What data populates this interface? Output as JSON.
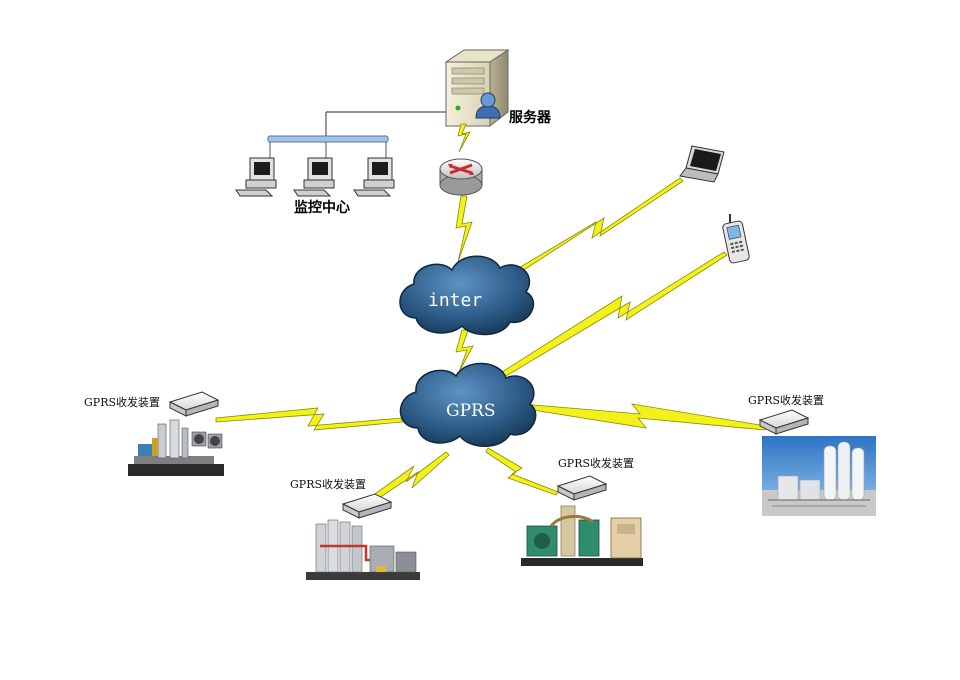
{
  "labels": {
    "server": "服务器",
    "monitor_center": "监控中心",
    "cloud_internet": "inter",
    "cloud_gprs": "GPRS",
    "gprs_device_1": "GPRS收发装置",
    "gprs_device_2": "GPRS收发装置",
    "gprs_device_3": "GPRS收发装置",
    "gprs_device_4": "GPRS收发装置"
  },
  "colors": {
    "lightning": "#f2f21a",
    "lightning_edge": "#8a8a00",
    "cloud": "#2f5f8c",
    "cloud_dark": "#15324f",
    "bus": "#9ec2ea"
  },
  "icons": [
    "server-icon",
    "user-icon",
    "router-icon",
    "pc-icon",
    "laptop-icon",
    "mobile-phone-icon",
    "gprs-modem-icon",
    "equipment-photo"
  ]
}
